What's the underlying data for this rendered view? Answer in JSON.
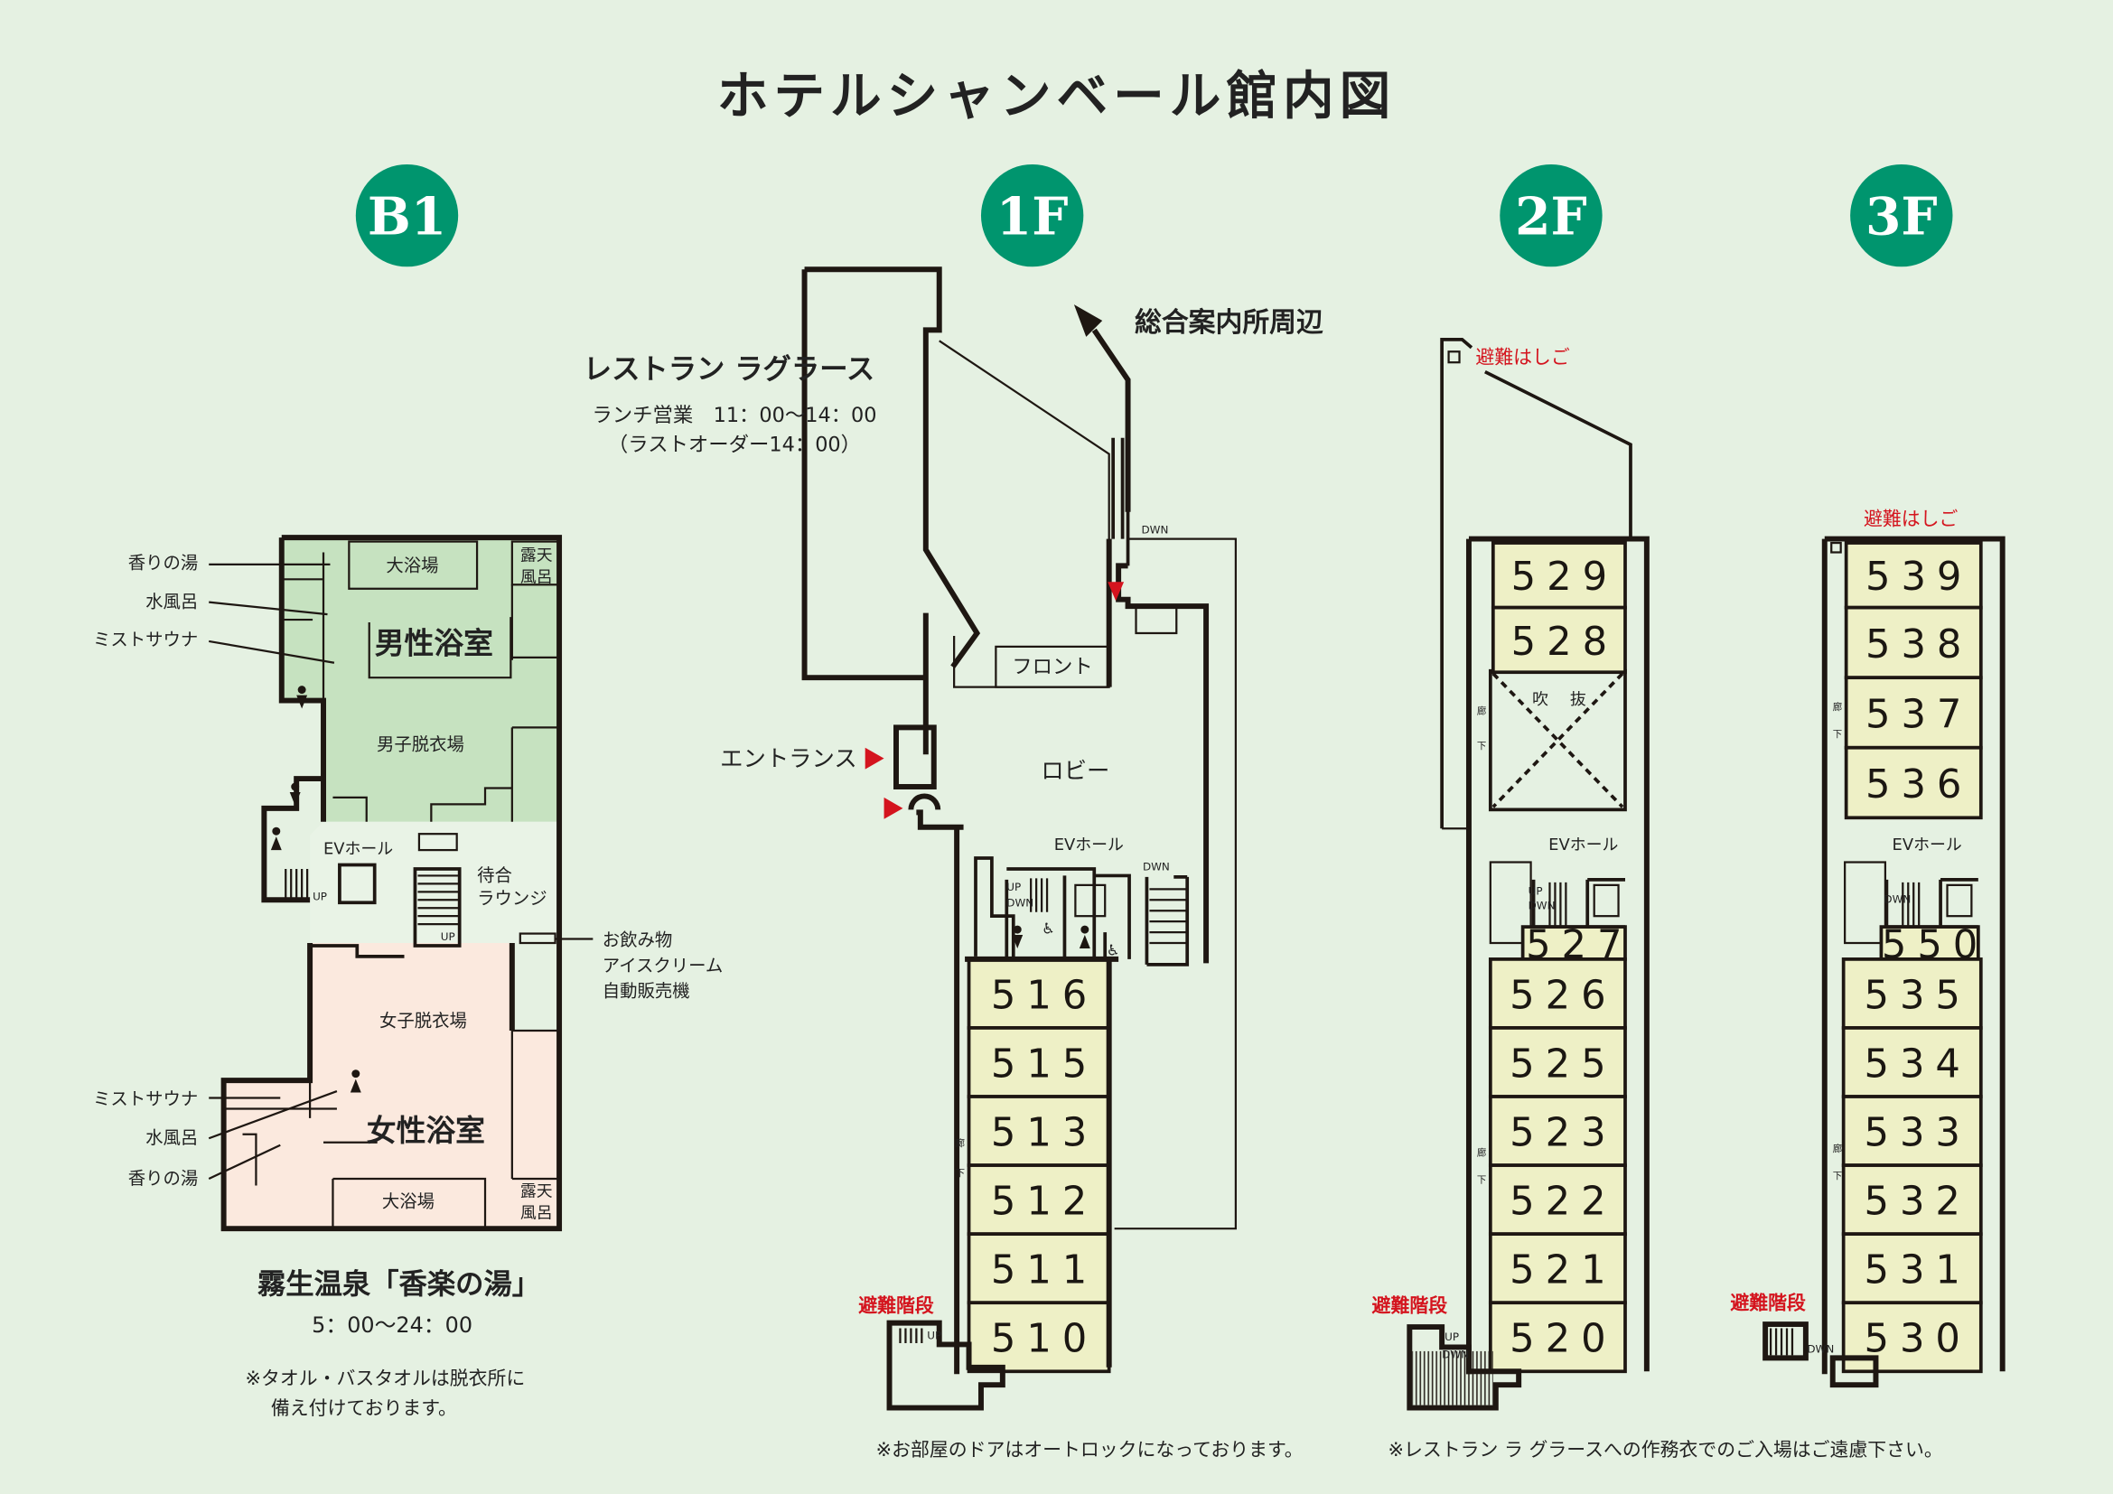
{
  "title": "ホテルシャンベール館内図",
  "colors": {
    "background": "#e5f1e2",
    "floor_badge": "#00956e",
    "male_bath": "#c6e2c0",
    "female_bath": "#fbe9de",
    "guest_room": "#eef0c6",
    "evacuation_red": "#d4141e"
  },
  "floors": {
    "b1": {
      "badge": "B1",
      "male_bath": "男性浴室",
      "female_bath": "女性浴室",
      "large_bath": "大浴場",
      "outdoor_bath": [
        "露天",
        "風呂"
      ],
      "male_changing": "男子脱衣場",
      "female_changing": "女子脱衣場",
      "ev_hall": "EVホール",
      "lounge": [
        "待合",
        "ラウンジ"
      ],
      "up": "UP",
      "side_labels_male": [
        "香りの湯",
        "水風呂",
        "ミストサウナ"
      ],
      "side_labels_female": [
        "ミストサウナ",
        "水風呂",
        "香りの湯"
      ],
      "vending": [
        "お飲み物",
        "アイスクリーム",
        "自動販売機"
      ],
      "onsen_name": "霧生温泉「香楽の湯」",
      "onsen_hours": "5：00〜24：00",
      "towel_note": [
        "※タオル・バスタオルは脱衣所に",
        "備え付けております。"
      ],
      "icons": [
        "male-restroom-icon",
        "female-restroom-icon"
      ]
    },
    "f1": {
      "badge": "1F",
      "restaurant_name": "レストラン ラグラース",
      "lunch_hours": "ランチ営業　11：00〜14：00",
      "last_order": "（ラストオーダー14：00）",
      "info_direction": "総合案内所周辺",
      "front": "フロント",
      "entrance": "エントランス",
      "lobby": "ロビー",
      "ev_hall": "EVホール",
      "evac_stairs": "避難階段",
      "corridor": [
        "廊",
        "下"
      ],
      "up": "UP",
      "down": "DWN",
      "rooms": [
        "516",
        "515",
        "513",
        "512",
        "511",
        "510"
      ]
    },
    "f2": {
      "badge": "2F",
      "evac_ladder": "避難はしご",
      "evac_stairs": "避難階段",
      "atrium": [
        "吹",
        "抜"
      ],
      "ev_hall": "EVホール",
      "corridor": [
        "廊",
        "下"
      ],
      "up": "UP",
      "down": "DWN",
      "rooms_top": [
        "529",
        "528"
      ],
      "room_ev": "527",
      "rooms_bottom": [
        "526",
        "525",
        "523",
        "522",
        "521",
        "520"
      ]
    },
    "f3": {
      "badge": "3F",
      "evac_ladder": "避難はしご",
      "evac_stairs": "避難階段",
      "ev_hall": "EVホール",
      "corridor": [
        "廊",
        "下"
      ],
      "down": "DWN",
      "rooms_top": [
        "539",
        "538",
        "537",
        "536"
      ],
      "room_ev": "550",
      "rooms_bottom": [
        "535",
        "534",
        "533",
        "532",
        "531",
        "530"
      ]
    }
  },
  "footer": {
    "note_autolock": "※お部屋のドアはオートロックになっております。",
    "note_restaurant": "※レストラン ラ グラースへの作務衣でのご入場はご遠慮下さい。"
  }
}
